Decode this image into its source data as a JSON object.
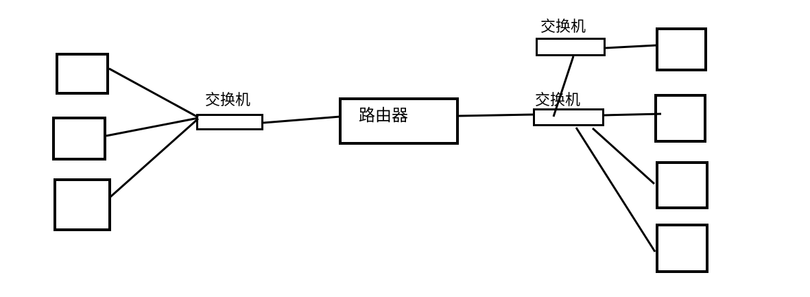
{
  "diagram": {
    "type": "network-topology",
    "colors": {
      "background": "#ffffff",
      "stroke": "#000000",
      "text": "#000000"
    },
    "nodes": {
      "router": {
        "label": "路由器",
        "kind": "router"
      },
      "switch_left": {
        "label": "交换机",
        "kind": "switch"
      },
      "switch_top_right": {
        "label": "交换机",
        "kind": "switch"
      },
      "switch_mid_right": {
        "label": "交换机",
        "kind": "switch"
      },
      "hosts_left": {
        "count": 3,
        "label": ""
      },
      "hosts_right": {
        "count": 4,
        "label": ""
      }
    },
    "edges": [
      {
        "from": "host-left-1",
        "to": "switch-left"
      },
      {
        "from": "host-left-2",
        "to": "switch-left"
      },
      {
        "from": "host-left-3",
        "to": "switch-left"
      },
      {
        "from": "switch-left",
        "to": "router"
      },
      {
        "from": "router",
        "to": "switch-mid-right"
      },
      {
        "from": "switch-top-right",
        "to": "host-right-1"
      },
      {
        "from": "switch-top-right",
        "to": "switch-mid-right"
      },
      {
        "from": "switch-mid-right",
        "to": "host-right-2"
      },
      {
        "from": "switch-mid-right",
        "to": "host-right-3"
      },
      {
        "from": "switch-mid-right",
        "to": "host-right-4"
      }
    ]
  }
}
